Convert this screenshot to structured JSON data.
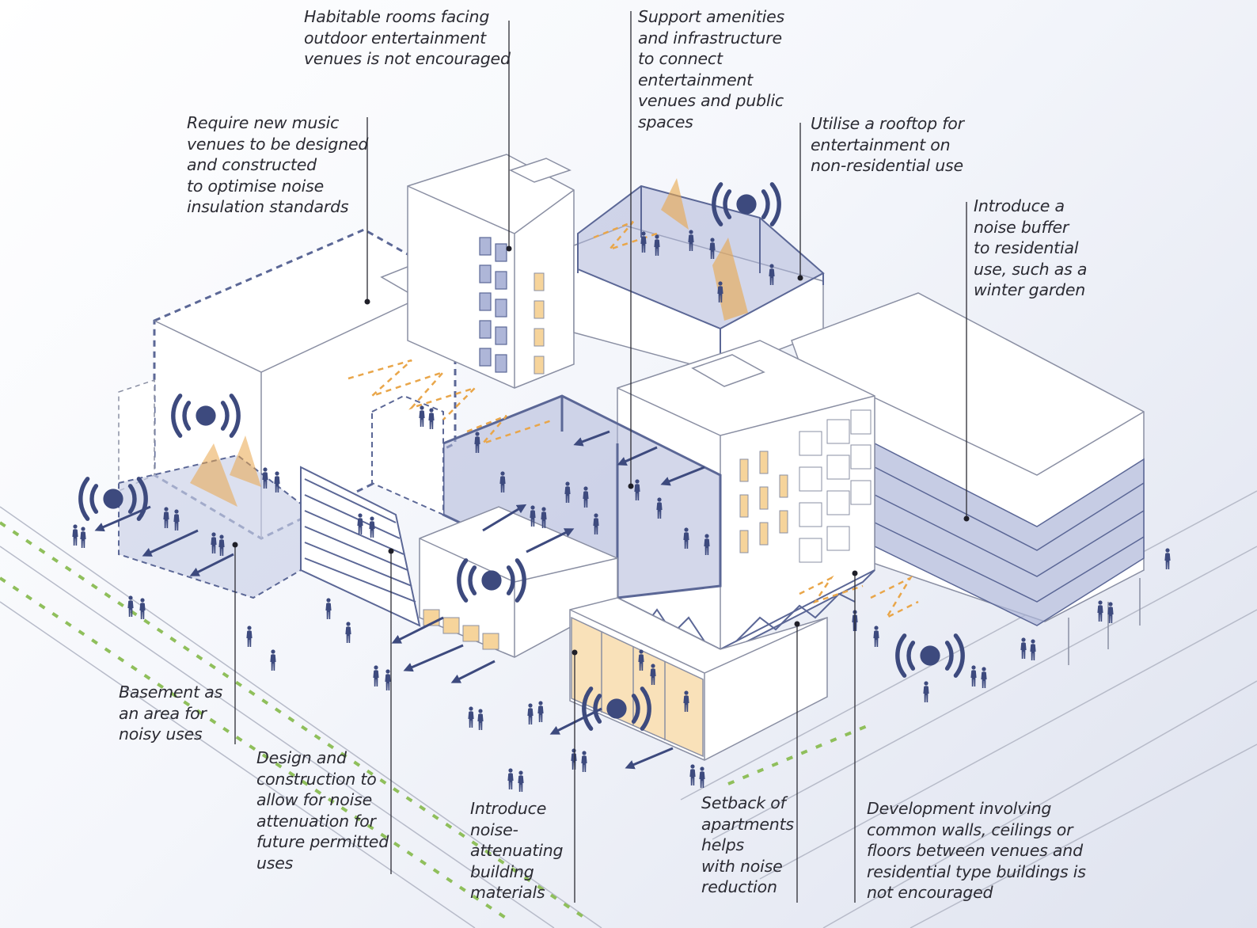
{
  "annotations": {
    "habitable_rooms": "Habitable rooms facing\noutdoor entertainment\nvenues is not encouraged",
    "support_amenities": "Support amenities\nand infrastructure\nto connect\nentertainment\nvenues and public\nspaces",
    "music_venues": "Require new music\nvenues to be designed\nand constructed\nto optimise noise\ninsulation standards",
    "rooftop": "Utilise a rooftop for\nentertainment on\nnon-residential use",
    "noise_buffer": "Introduce a\nnoise buffer\nto residential\nuse, such as a\nwinter garden",
    "basement": "Basement as\nan area for\nnoisy uses",
    "design_construction": "Design and\nconstruction to\nallow for noise\nattenuation for\nfuture permitted\nuses",
    "materials": "Introduce\nnoise-\nattenuating\nbuilding\nmaterials",
    "setback": "Setback of\napartments\nhelps\nwith noise\nreduction",
    "common_walls": "Development involving\ncommon walls, ceilings or\nfloors between venues and\nresidential type buildings is\nnot encouraged"
  },
  "colors": {
    "navy": "#3d4a7e",
    "lavender": "#aeb6d8",
    "amber": "#e9a64a",
    "line": "#8a8fa3",
    "building_fill": "#ffffff"
  },
  "icons": [
    "sound-wave-icon",
    "person-figure-icon",
    "leader-dot-icon"
  ]
}
